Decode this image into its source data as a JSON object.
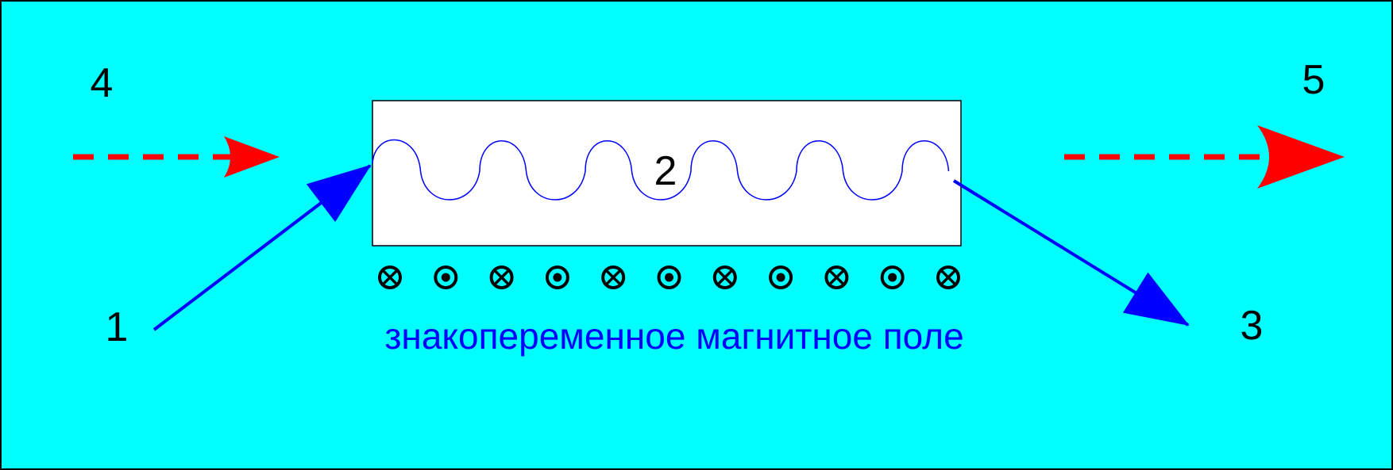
{
  "labels": {
    "electron_beam_in": "1",
    "undulator": "2",
    "electron_beam_out": "3",
    "light_in": "4",
    "light_out": "5"
  },
  "caption": "знакопеременное магнитное поле",
  "magnet_poles": [
    "into",
    "out",
    "into",
    "out",
    "into",
    "out",
    "into",
    "out",
    "into",
    "out",
    "into"
  ],
  "colors": {
    "background": "#00FFFF",
    "undulator_box": "#FFFFFF",
    "electron_path": "#0000FF",
    "light_arrow": "#FF0000",
    "caption": "#0000FF",
    "pole_symbol": "#000000"
  }
}
